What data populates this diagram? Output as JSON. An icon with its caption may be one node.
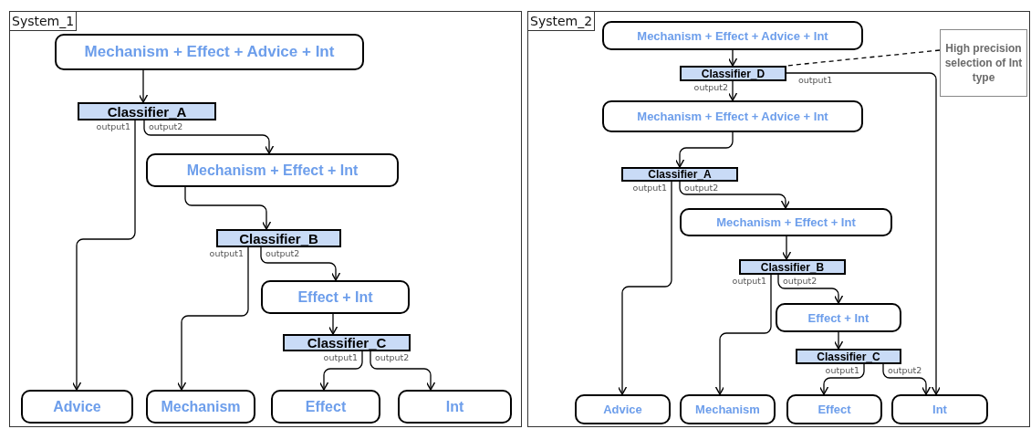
{
  "diagram": {
    "nodes": [
      {
        "text": [
          "System_1"
        ]
      },
      {
        "text": [
          "Mechanism + Effect + Advice + Int"
        ],
        "in": 0
      },
      {
        "text": [
          "Classifier_A"
        ],
        "in": 0
      },
      {
        "text": [
          "Mechanism + Effect + Int"
        ],
        "in": 0
      },
      {
        "text": [
          "Classifier_B"
        ],
        "in": 0
      },
      {
        "text": [
          "Effect + Int"
        ],
        "in": 0
      },
      {
        "text": [
          "Classifier_C"
        ],
        "in": 0
      },
      {
        "text": [
          "Advice"
        ],
        "in": 0
      },
      {
        "text": [
          "Mechanism"
        ],
        "in": 0
      },
      {
        "text": [
          "Effect"
        ],
        "in": 0
      },
      {
        "text": [
          "Int"
        ],
        "in": 0
      },
      {
        "text": [
          "System_2"
        ]
      },
      {
        "text": [
          "Mechanism + Effect + Advice + Int"
        ],
        "in": 11
      },
      {
        "text": [
          "Classifier_D"
        ],
        "in": 11
      },
      {
        "text": [
          "Mechanism + Effect + Advice + Int"
        ],
        "in": 11
      },
      {
        "text": [
          "Classifier_A"
        ],
        "in": 11
      },
      {
        "text": [
          "Mechanism + Effect + Int"
        ],
        "in": 11
      },
      {
        "text": [
          "Classifier_B"
        ],
        "in": 11
      },
      {
        "text": [
          "Effect + Int"
        ],
        "in": 11
      },
      {
        "text": [
          "Classifier_C"
        ],
        "in": 11
      },
      {
        "text": [
          "Advice"
        ],
        "in": 11
      },
      {
        "text": [
          "Mechanism"
        ],
        "in": 11
      },
      {
        "text": [
          "Effect"
        ],
        "in": 11
      },
      {
        "text": [
          "Int"
        ],
        "in": 11
      },
      {
        "text": [
          "High precision selection of Int type"
        ],
        "in": 11
      }
    ],
    "edges": [
      {
        "from": 1,
        "to": 2,
        "arrow": "to"
      },
      {
        "from": 2,
        "to": 7,
        "arrow": "to",
        "label": "output1"
      },
      {
        "from": 2,
        "to": 3,
        "arrow": "to",
        "label": "output2"
      },
      {
        "from": 3,
        "to": 4,
        "arrow": "to"
      },
      {
        "from": 4,
        "to": 8,
        "arrow": "to",
        "label": "output1"
      },
      {
        "from": 4,
        "to": 5,
        "arrow": "to",
        "label": "output2"
      },
      {
        "from": 5,
        "to": 6,
        "arrow": "to"
      },
      {
        "from": 6,
        "to": 9,
        "arrow": "to",
        "label": "output1"
      },
      {
        "from": 6,
        "to": 10,
        "arrow": "to",
        "label": "output2"
      },
      {
        "from": 12,
        "to": 13,
        "arrow": "to"
      },
      {
        "from": 13,
        "to": 23,
        "arrow": "to",
        "label": "output1"
      },
      {
        "from": 13,
        "to": 14,
        "arrow": "to",
        "label": "output2"
      },
      {
        "from": 14,
        "to": 15,
        "arrow": "to"
      },
      {
        "from": 15,
        "to": 20,
        "arrow": "to",
        "label": "output1"
      },
      {
        "from": 15,
        "to": 16,
        "arrow": "to",
        "label": "output2"
      },
      {
        "from": 16,
        "to": 17,
        "arrow": "to"
      },
      {
        "from": 17,
        "to": 21,
        "arrow": "to",
        "label": "output1"
      },
      {
        "from": 17,
        "to": 18,
        "arrow": "to",
        "label": "output2"
      },
      {
        "from": 18,
        "to": 19,
        "arrow": "to"
      },
      {
        "from": 19,
        "to": 22,
        "arrow": "to",
        "label": "output1"
      },
      {
        "from": 19,
        "to": 23,
        "arrow": "to",
        "label": "output2"
      },
      {
        "from": 24,
        "to": 13,
        "arrow": "none",
        "style": "dashed"
      }
    ]
  }
}
